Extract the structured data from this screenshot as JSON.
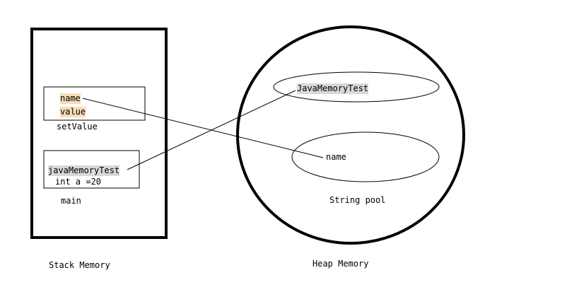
{
  "stack": {
    "caption": "Stack Memory",
    "frames": [
      {
        "caption": "setValue",
        "vars": [
          "name",
          "value"
        ]
      },
      {
        "caption": "main",
        "vars": [
          "javaMemoryTest",
          "int a =20"
        ]
      }
    ]
  },
  "heap": {
    "caption": "Heap Memory",
    "objects": [
      "JavaMemoryTest"
    ],
    "pool": {
      "caption": "String pool",
      "entries": [
        "name"
      ]
    }
  },
  "colors": {
    "ink": "#000000",
    "highlight_param": "#f6dcb6",
    "highlight_ref": "#d8d8d8"
  }
}
